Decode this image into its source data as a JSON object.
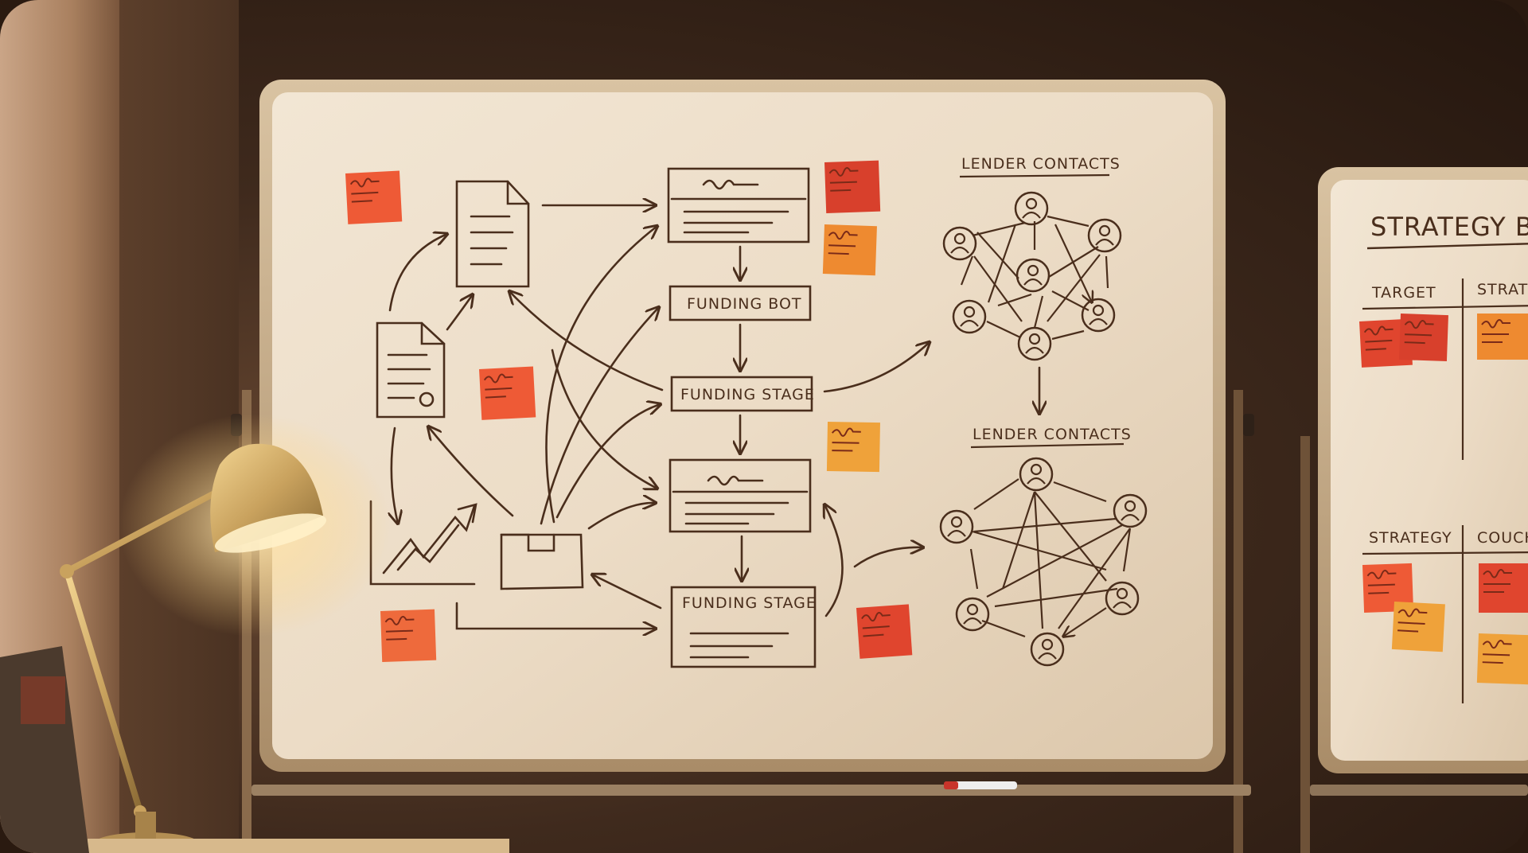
{
  "board": {
    "labels": {
      "funding_bot": "FUNDING BOT",
      "funding_stage_1": "FUNDING STAGE",
      "funding_stage_2": "FUNDING STAGE",
      "lender_contacts_top": "LENDER CONTACTS",
      "lender_contacts_bottom": "LENDER CONTACTS"
    }
  },
  "strategy_board": {
    "title": "STRATEGY B",
    "headers": {
      "target": "TARGET",
      "strate": "STRATE",
      "strategy": "STRATEGY",
      "couch": "COUCH"
    }
  },
  "colors": {
    "whiteboard": "#efe2cf",
    "ink": "#4a2e1c",
    "sticky_red": "#e0452e",
    "sticky_orange": "#ee6a3c",
    "sticky_amber": "#efa23a",
    "lamp_brass": "#c9a25e"
  }
}
